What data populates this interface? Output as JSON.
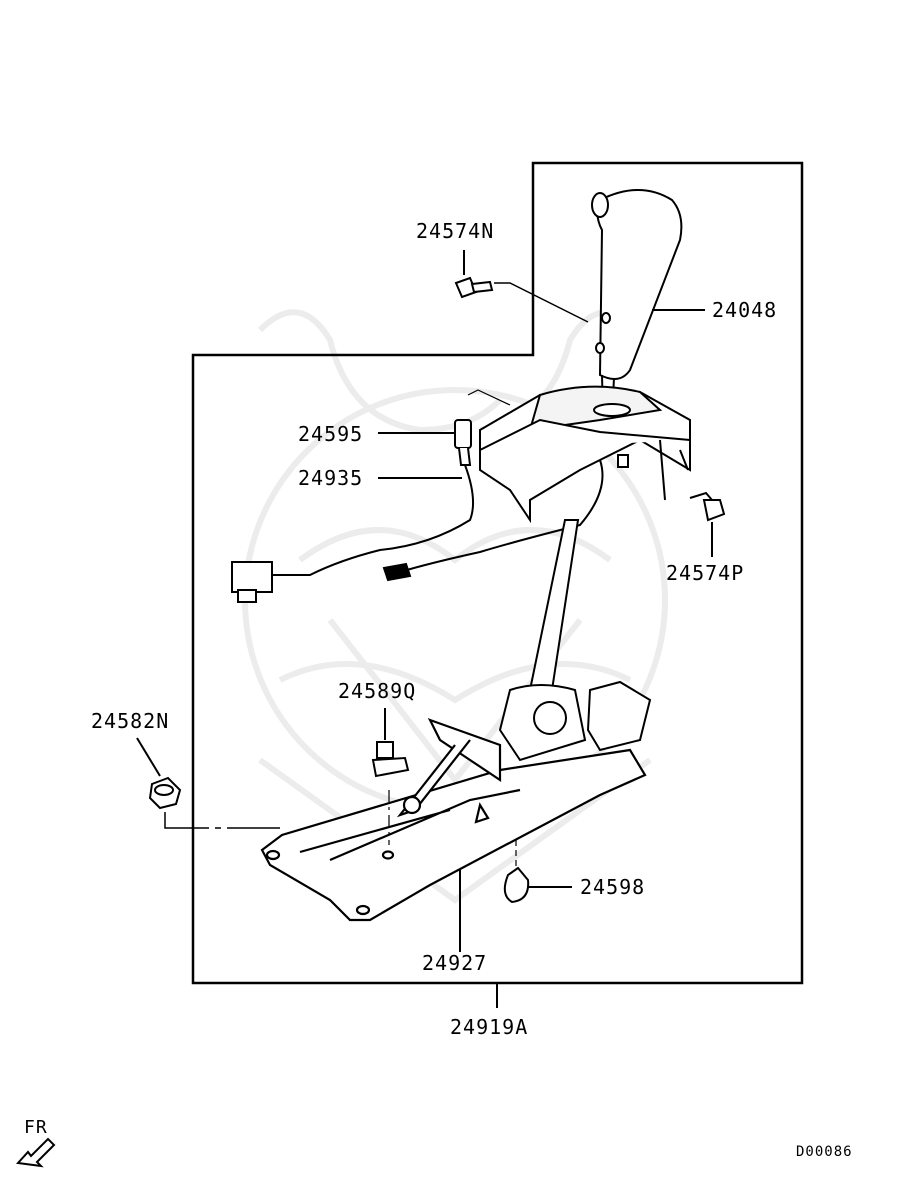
{
  "diagram": {
    "parts": [
      {
        "id": "p24574N",
        "label": "24574N"
      },
      {
        "id": "p24048",
        "label": "24048"
      },
      {
        "id": "p24595",
        "label": "24595"
      },
      {
        "id": "p24935",
        "label": "24935"
      },
      {
        "id": "p24574P",
        "label": "24574P"
      },
      {
        "id": "p24589Q",
        "label": "24589Q"
      },
      {
        "id": "p24582N",
        "label": "24582N"
      },
      {
        "id": "p24598",
        "label": "24598"
      },
      {
        "id": "p24927",
        "label": "24927"
      },
      {
        "id": "p24919A",
        "label": "24919A"
      }
    ],
    "direction_label": "FR",
    "diagram_code": "D00086"
  }
}
